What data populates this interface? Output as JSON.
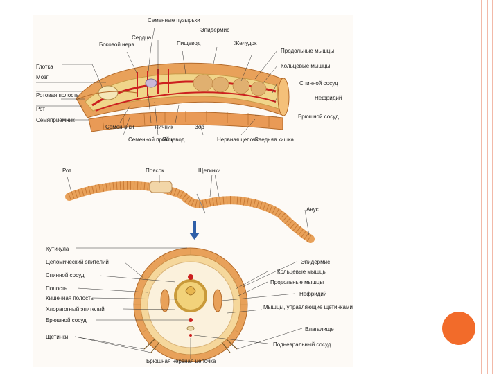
{
  "colors": {
    "border_line": "#f2b9a8",
    "accent_dot": "#f26b2a",
    "worm_skin": "#e8a15a",
    "worm_inner": "#f0d58a",
    "vessel_red": "#cc1f1f",
    "arrow_blue": "#2f5fa8"
  },
  "top_labels": {
    "seminal_vesicles": "Семенные пузырьки",
    "hearts": "Сердца",
    "brain_nerve": "Боковой нерв",
    "esophagus": "Пищевод",
    "epidermis": "Эпидермис",
    "stomach": "Желудок",
    "longitudinal_muscles": "Продольные мышцы",
    "pharynx": "Глотка",
    "circular_muscles": "Кольцевые мышцы",
    "brain": "Мозг",
    "dorsal_vessel": "Спинной сосуд",
    "mouth_cavity": "Ротовая полость",
    "nephridium": "Нефридий",
    "mouth": "Рот",
    "ventral_vessel": "Брюшной сосуд",
    "seminal_receptacle": "Семяприемник",
    "testes": "Семенники",
    "ovary": "Яичник",
    "crop": "Зоб",
    "sperm_duct": "Семенной проток",
    "oviduct": "Яйцевод",
    "nerve_chain": "Нервная цепочка",
    "midgut": "Средняя кишка"
  },
  "middle_labels": {
    "mouth": "Рот",
    "clitellum": "Поясок",
    "setae": "Щетинки",
    "anus": "Анус"
  },
  "bottom_labels": {
    "cuticle": "Кутикула",
    "coelomic_epithelium": "Целомический эпителий",
    "dorsal_vessel": "Спинной сосуд",
    "epidermis": "Эпидермис",
    "circular_muscles": "Кольцевые мышцы",
    "coelom": "Полость",
    "longitudinal_muscles": "Продольные мышцы",
    "intestinal_cavity": "Кишечная полость",
    "nephridium": "Нефридий",
    "chloragogen": "Хлорагогный эпителий",
    "setae_muscles": "Мышцы, управляющие щетинками",
    "ventral_vessel": "Брюшной сосуд",
    "setae": "Щетинки",
    "sheath": "Влагалище",
    "subneural_vessel": "Подневральный сосуд",
    "ventral_nerve_cord": "Брюшная нервная цепочка"
  }
}
